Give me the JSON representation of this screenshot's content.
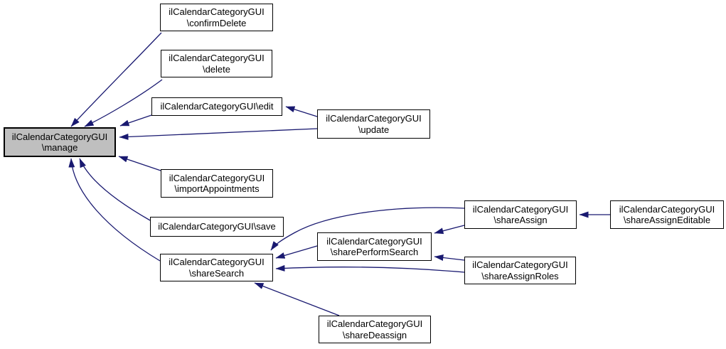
{
  "diagram": {
    "type": "doxygen-caller-graph",
    "class_name": "ilCalendarCategoryGUI",
    "colors": {
      "edge": "#191970",
      "node_fill": "#ffffff",
      "node_border": "#000000",
      "current_node_fill": "#bfbfbf"
    },
    "nodes": {
      "confirmDelete": {
        "line1": "ilCalendarCategoryGUI",
        "line2": "\\confirmDelete"
      },
      "delete": {
        "line1": "ilCalendarCategoryGUI",
        "line2": "\\delete"
      },
      "edit": {
        "label": "ilCalendarCategoryGUI\\edit"
      },
      "update": {
        "line1": "ilCalendarCategoryGUI",
        "line2": "\\update"
      },
      "manage": {
        "line1": "ilCalendarCategoryGUI",
        "line2": "\\manage"
      },
      "importAppointments": {
        "line1": "ilCalendarCategoryGUI",
        "line2": "\\importAppointments"
      },
      "save": {
        "label": "ilCalendarCategoryGUI\\save"
      },
      "shareSearch": {
        "line1": "ilCalendarCategoryGUI",
        "line2": "\\shareSearch"
      },
      "sharePerformSearch": {
        "line1": "ilCalendarCategoryGUI",
        "line2": "\\sharePerformSearch"
      },
      "shareAssign": {
        "line1": "ilCalendarCategoryGUI",
        "line2": "\\shareAssign"
      },
      "shareAssignEditable": {
        "line1": "ilCalendarCategoryGUI",
        "line2": "\\shareAssignEditable"
      },
      "shareAssignRoles": {
        "line1": "ilCalendarCategoryGUI",
        "line2": "\\shareAssignRoles"
      },
      "shareDeassign": {
        "line1": "ilCalendarCategoryGUI",
        "line2": "\\shareDeassign"
      }
    },
    "edges": [
      {
        "from": "confirmDelete",
        "to": "manage"
      },
      {
        "from": "delete",
        "to": "manage"
      },
      {
        "from": "edit",
        "to": "manage"
      },
      {
        "from": "update",
        "to": "edit"
      },
      {
        "from": "update",
        "to": "manage"
      },
      {
        "from": "importAppointments",
        "to": "manage"
      },
      {
        "from": "save",
        "to": "manage"
      },
      {
        "from": "shareSearch",
        "to": "manage"
      },
      {
        "from": "sharePerformSearch",
        "to": "shareSearch"
      },
      {
        "from": "shareAssign",
        "to": "shareSearch"
      },
      {
        "from": "shareAssign",
        "to": "sharePerformSearch"
      },
      {
        "from": "shareAssignRoles",
        "to": "shareSearch"
      },
      {
        "from": "shareAssignRoles",
        "to": "sharePerformSearch"
      },
      {
        "from": "shareAssignEditable",
        "to": "shareAssign"
      },
      {
        "from": "shareDeassign",
        "to": "shareSearch"
      }
    ]
  }
}
